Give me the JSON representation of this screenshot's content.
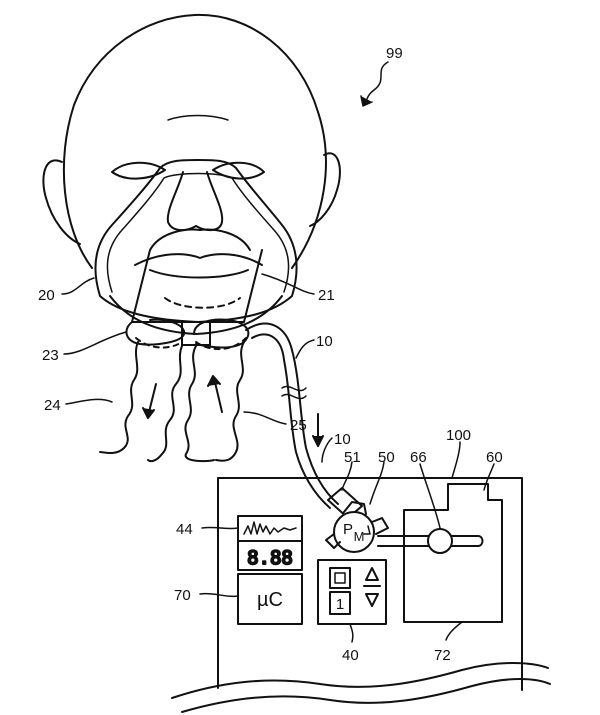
{
  "figure": {
    "refs": {
      "r99": "99",
      "r20": "20",
      "r21": "21",
      "r23": "23",
      "r24": "24",
      "r25": "25",
      "r10a": "10",
      "r10b": "10",
      "r44": "44",
      "r70": "70",
      "r40": "40",
      "r72": "72",
      "r51": "51",
      "r50": "50",
      "r66": "66",
      "r100": "100",
      "r60": "60"
    },
    "display": {
      "value": "8.88",
      "controller": "µC",
      "step": "1"
    },
    "sensor": {
      "p": "P",
      "m": "M"
    }
  },
  "colors": {
    "ink": "#111111",
    "paper": "#ffffff"
  }
}
